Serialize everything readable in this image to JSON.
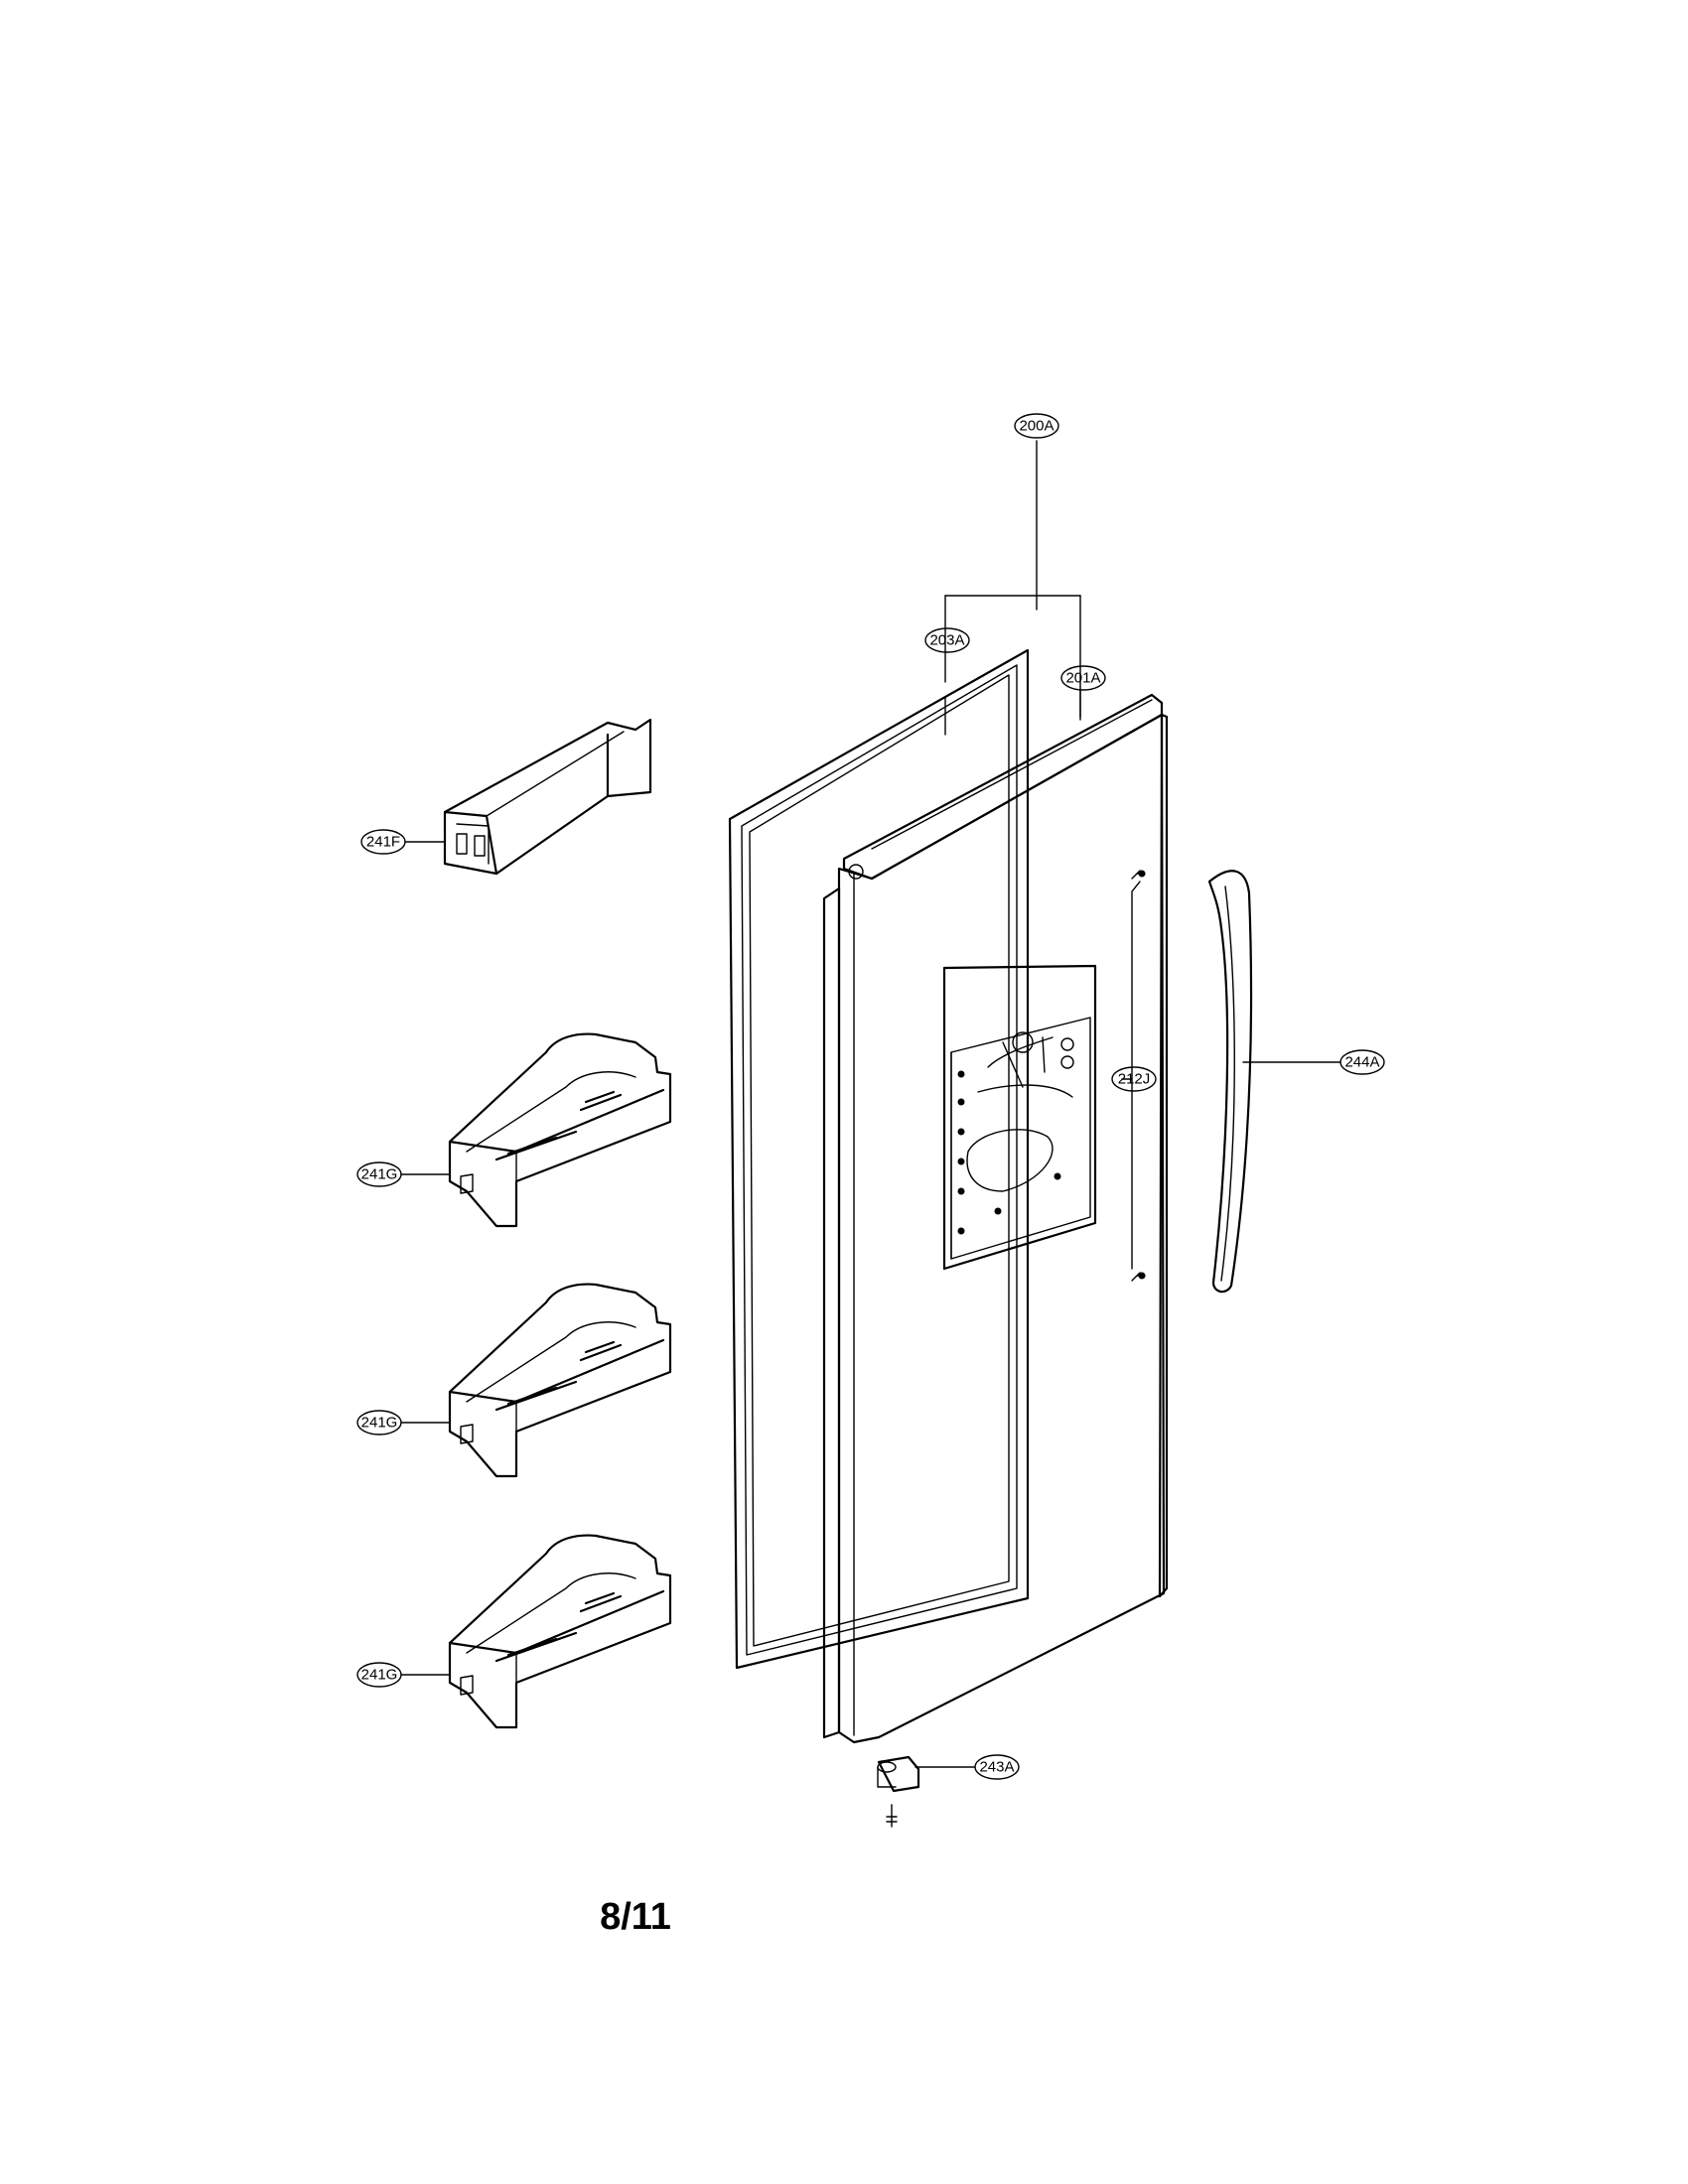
{
  "diagram": {
    "callouts": {
      "c200A": "200A",
      "c203A": "203A",
      "c201A": "201A",
      "c241F": "241F",
      "c212J": "212J",
      "c244A": "244A",
      "c241G_1": "241G",
      "c241G_2": "241G",
      "c241G_3": "241G",
      "c243A": "243A"
    }
  },
  "footer": {
    "page_number": "8/11"
  }
}
